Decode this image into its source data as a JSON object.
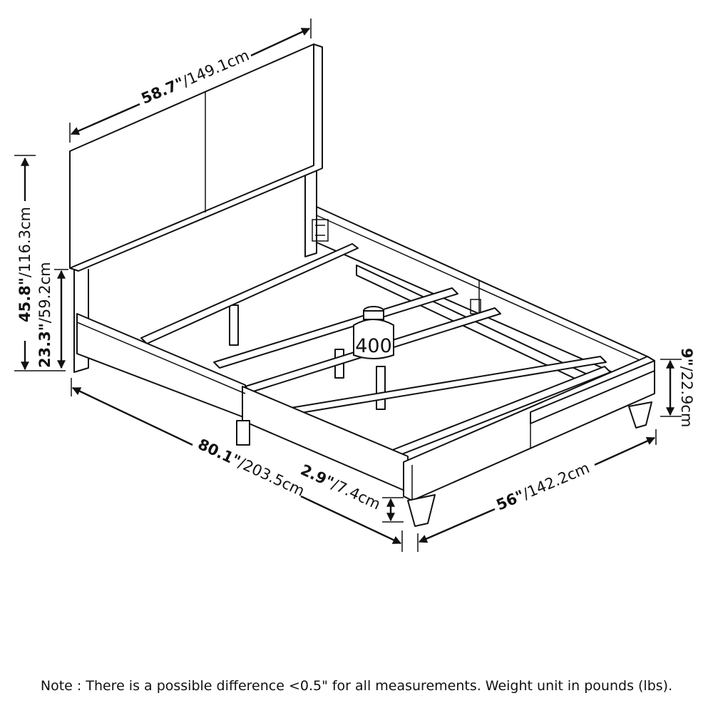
{
  "dimensions": {
    "headboard_width": {
      "in": "58.7\"",
      "cm": "/149.1cm"
    },
    "total_height": {
      "in": "45.8\"",
      "cm": "/116.3cm"
    },
    "headboard_height": {
      "in": "23.3\"",
      "cm": "/59.2cm"
    },
    "length": {
      "in": "80.1\"",
      "cm": "/203.5cm"
    },
    "clearance": {
      "in": "2.9\"",
      "cm": "/7.4cm"
    },
    "width": {
      "in": "56\"",
      "cm": "/142.2cm"
    },
    "side_height": {
      "in": "9\"",
      "cm": "/22.9cm"
    }
  },
  "weight_capacity": "400",
  "note": "Note : There is a possible difference <0.5\" for all measurements. Weight unit in pounds (lbs)."
}
